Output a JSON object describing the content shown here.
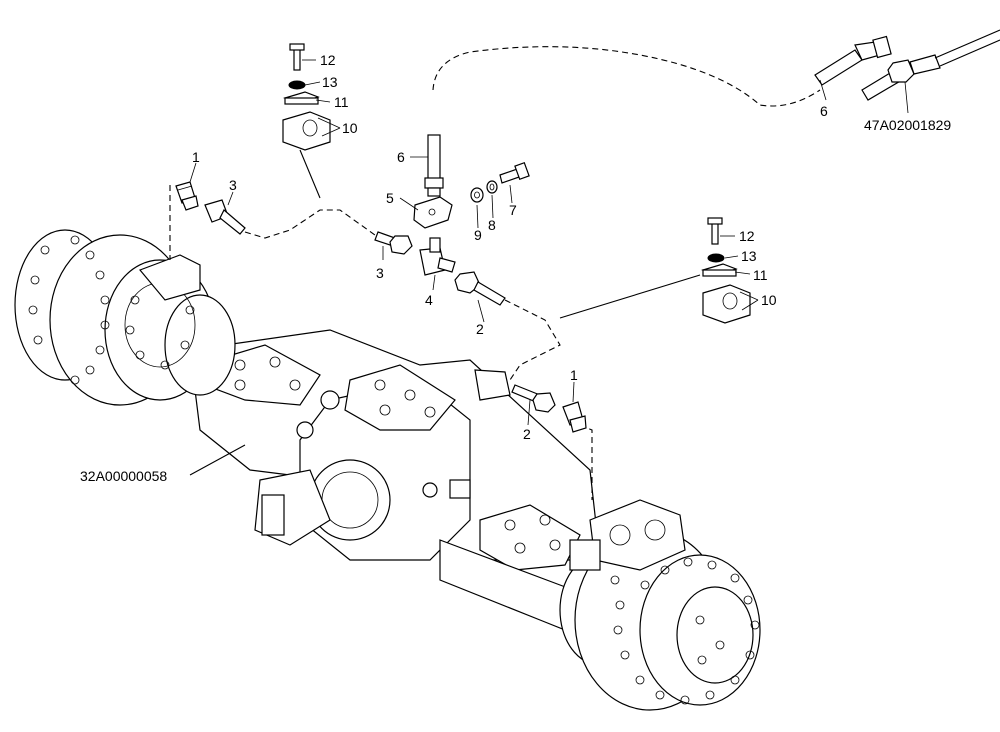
{
  "labels": {
    "l1a": "1",
    "l1b": "1",
    "l2a": "2",
    "l2b": "2",
    "l3a": "3",
    "l3b": "3",
    "l4": "4",
    "l5": "5",
    "l6a": "6",
    "l6b": "6",
    "l7": "7",
    "l8": "8",
    "l9": "9",
    "l10a": "10",
    "l10b": "10",
    "l11a": "11",
    "l11b": "11",
    "l12a": "12",
    "l12b": "12",
    "l13a": "13",
    "l13b": "13"
  },
  "refs": {
    "axle": "32A00000058",
    "hose_assembly": "47A02001829"
  }
}
